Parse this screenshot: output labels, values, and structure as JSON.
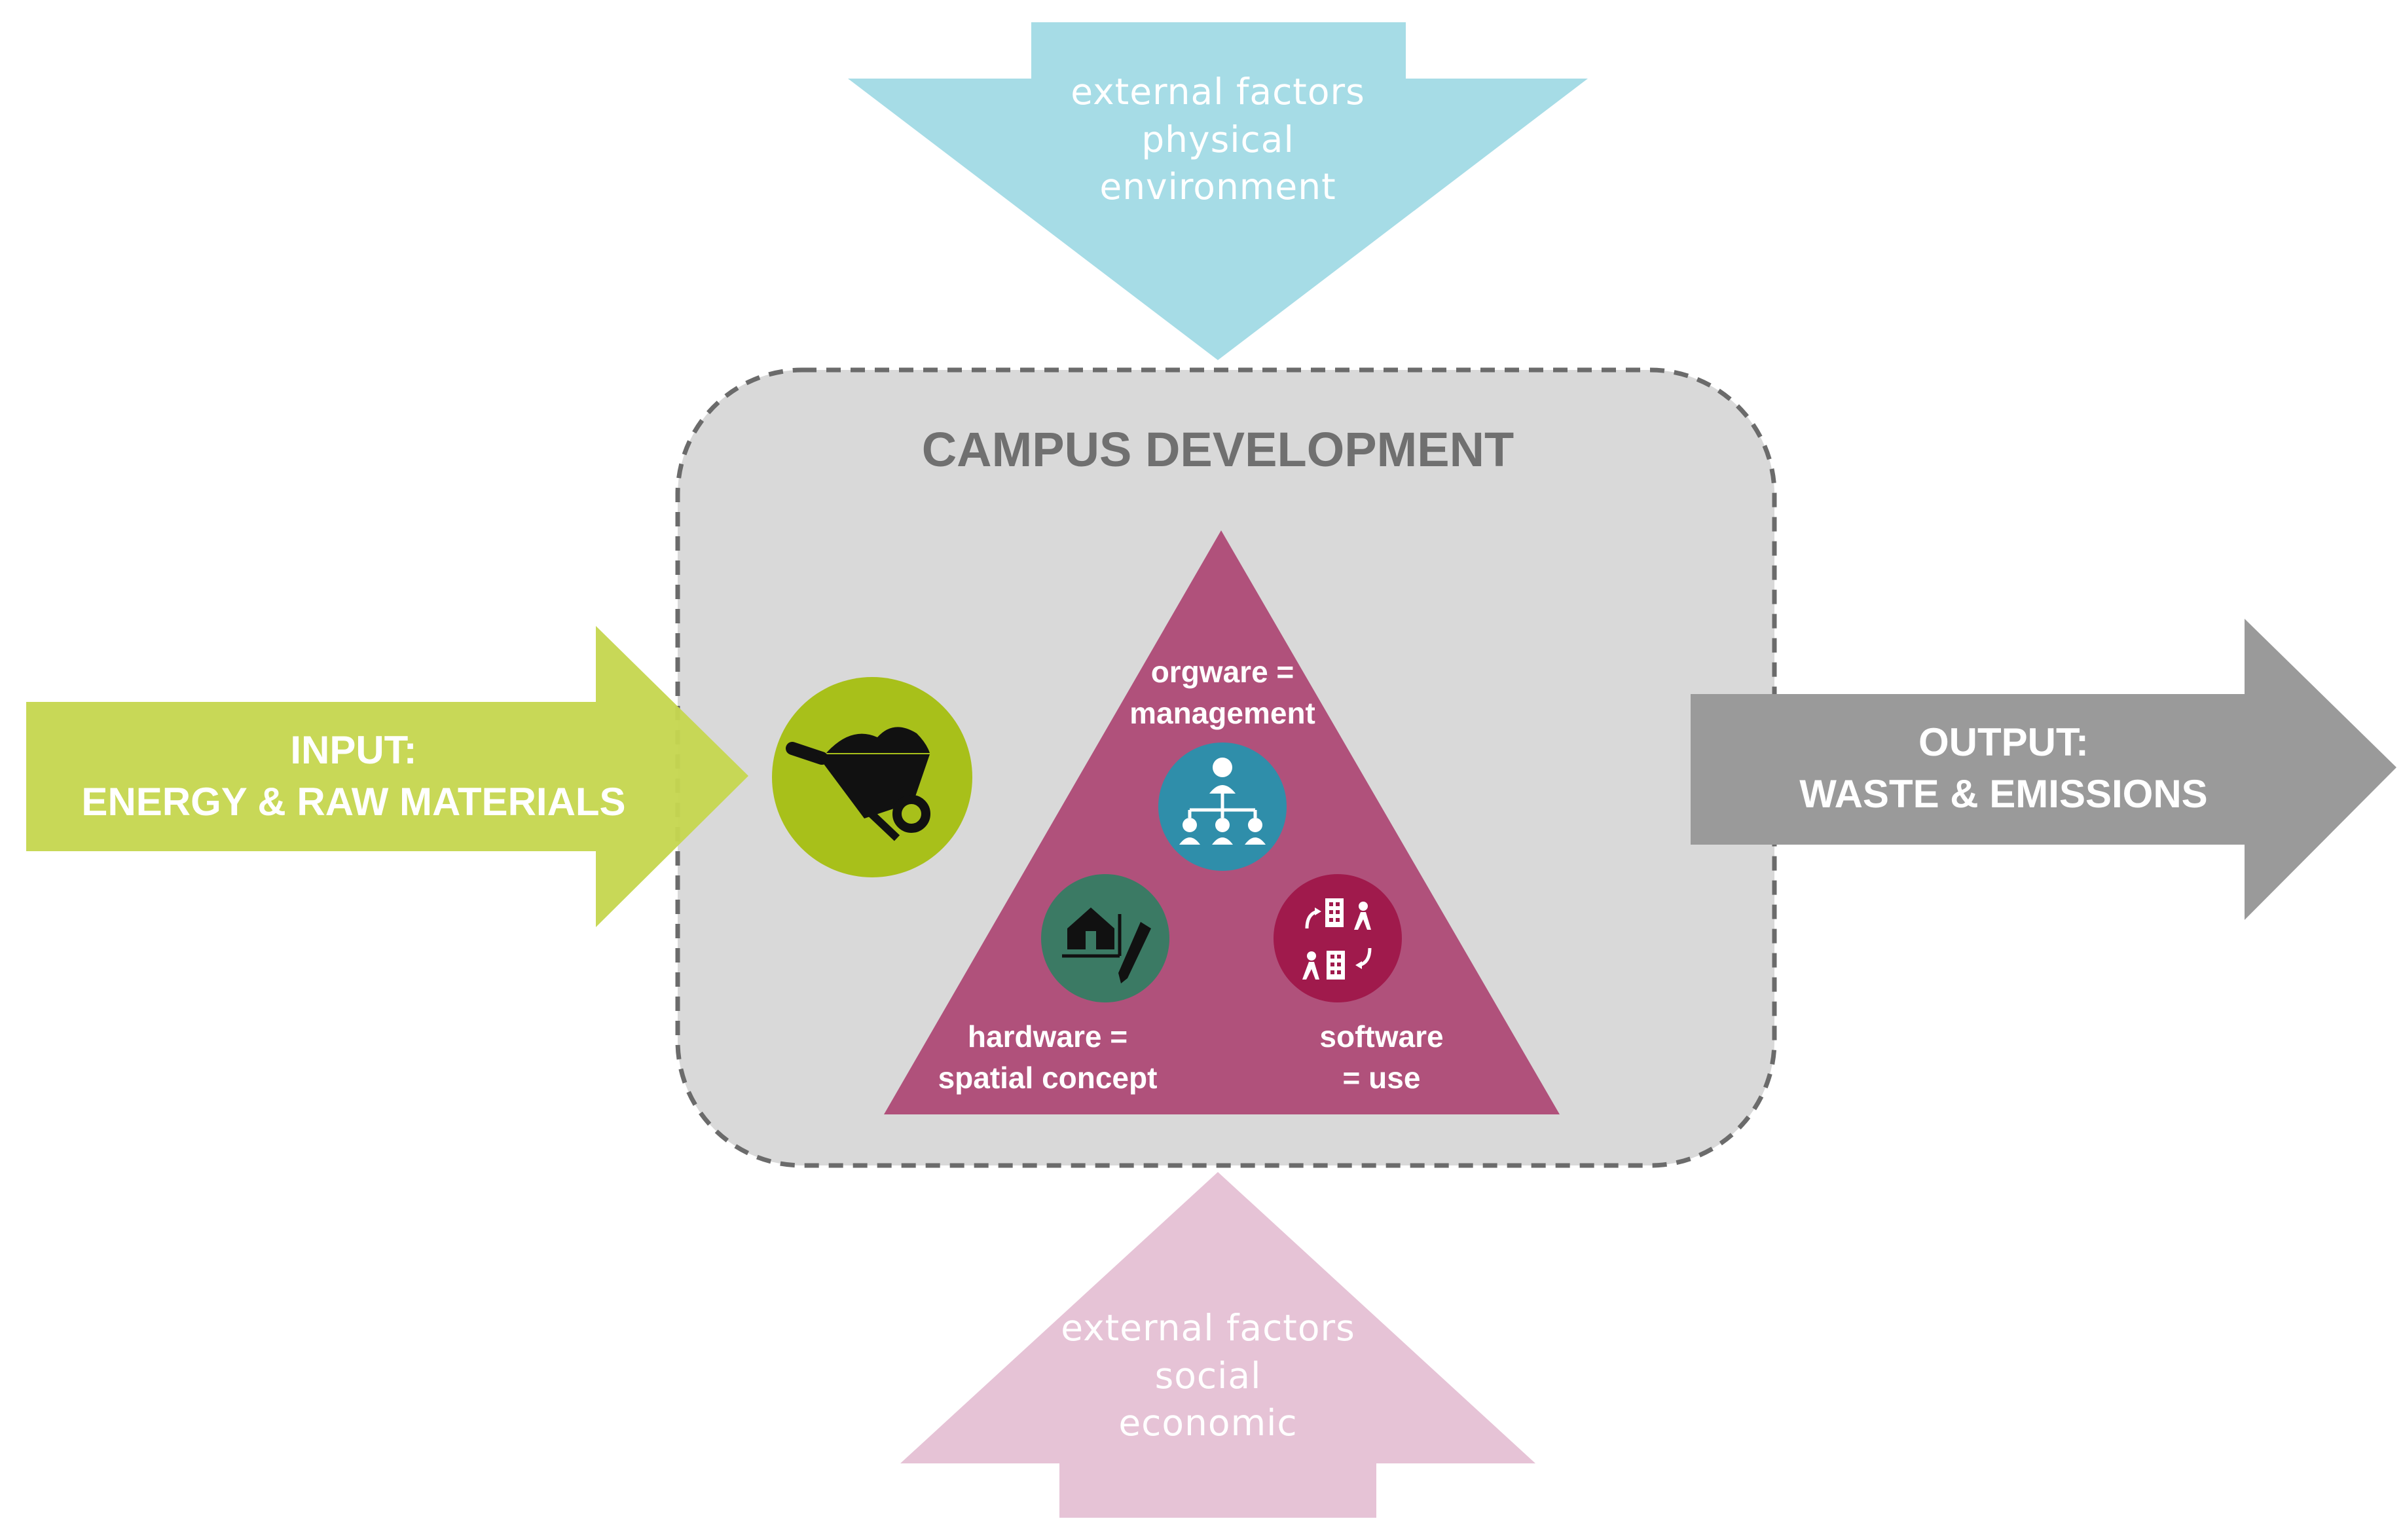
{
  "top_arrow": {
    "lines": [
      "external factors",
      "physical",
      "environment"
    ]
  },
  "bottom_arrow": {
    "lines": [
      "external factors",
      "social",
      "economic"
    ]
  },
  "input_arrow": {
    "lines": [
      "INPUT:",
      "ENERGY & RAW MATERIALS"
    ]
  },
  "output_arrow": {
    "lines": [
      "OUTPUT:",
      "WASTE & EMISSIONS"
    ]
  },
  "campus": {
    "title": "CAMPUS DEVELOPMENT",
    "orgware": [
      "orgware =",
      "management"
    ],
    "hardware": [
      "hardware =",
      "spatial concept"
    ],
    "software": [
      "software",
      "= use"
    ]
  },
  "icons": {
    "input": "wheelbarrow-icon",
    "orgware": "org-chart-icon",
    "hardware": "house-pencil-icon",
    "software": "building-people-cycle-icon"
  },
  "colors": {
    "top_arrow": "#a6dce6",
    "bottom_arrow": "#e6c3d6",
    "input_arrow": "#c6d650",
    "output_arrow": "#9a9a9a",
    "campus_box": "#d9d9d9",
    "triangle": "#b0517b",
    "wheelbarrow_circle": "#a8c01a",
    "orgware_circle": "#2f8eaa",
    "hardware_circle": "#3b7a64",
    "software_circle": "#a01a4c"
  }
}
